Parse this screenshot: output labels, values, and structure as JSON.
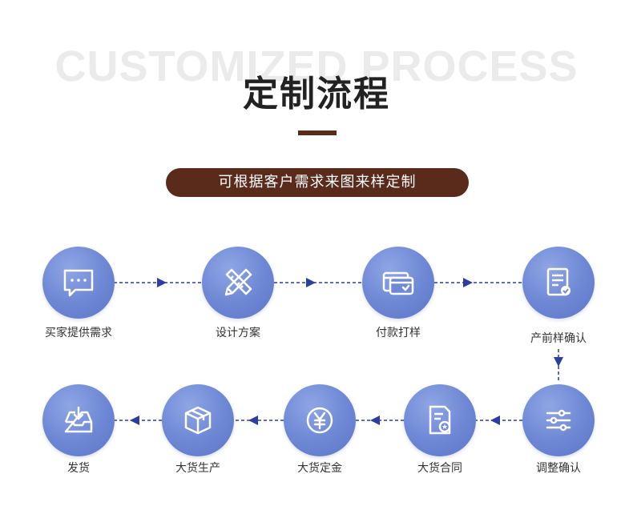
{
  "header": {
    "bg_text": "CUSTOMIZED PROCESS",
    "title": "定制流程",
    "subtitle": "可根据客户需求来图来样定制"
  },
  "colors": {
    "accent_brown": "#5a2a1a",
    "circle_blue": "#6f89d6",
    "arrow_blue": "#2b3f9e"
  },
  "steps": [
    {
      "label": "买家提供需求",
      "icon": "chat-bubble-icon"
    },
    {
      "label": "设计方案",
      "icon": "pencil-ruler-icon"
    },
    {
      "label": "付款打样",
      "icon": "payment-card-icon"
    },
    {
      "label": "产前样确认",
      "icon": "checklist-icon"
    },
    {
      "label": "调整确认",
      "icon": "sliders-icon"
    },
    {
      "label": "大货合同",
      "icon": "contract-icon"
    },
    {
      "label": "大货定金",
      "icon": "yuan-coin-icon"
    },
    {
      "label": "大货生产",
      "icon": "box-icon"
    },
    {
      "label": "发货",
      "icon": "tray-download-icon"
    }
  ]
}
